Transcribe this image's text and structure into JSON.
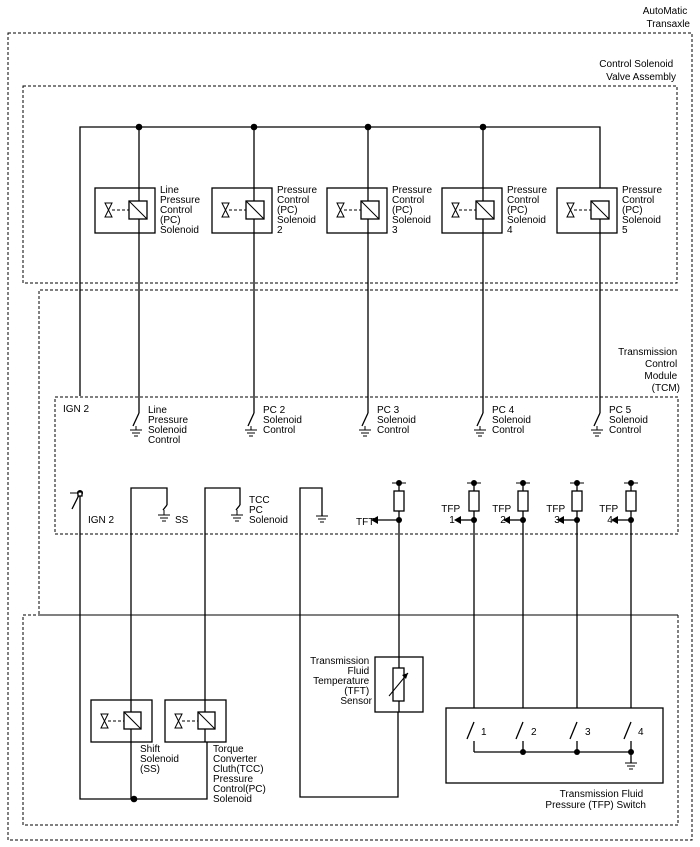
{
  "transaxle": {
    "title": [
      "AutoMatic",
      "Transaxle"
    ]
  },
  "solenoid_assembly": {
    "title": [
      "Control Solenoid",
      "Valve Assembly"
    ]
  },
  "tcm": {
    "title": [
      "Transmission",
      "Control",
      "Module",
      "(TCM)"
    ]
  },
  "top_solenoids": [
    {
      "label": [
        "Line",
        "Pressure",
        "Control",
        "(PC)",
        "Solenoid"
      ]
    },
    {
      "label": [
        "Pressure",
        "Control",
        "(PC)",
        "Solenoid",
        "2"
      ]
    },
    {
      "label": [
        "Pressure",
        "Control",
        "(PC)",
        "Solenoid",
        "3"
      ]
    },
    {
      "label": [
        "Pressure",
        "Control",
        "(PC)",
        "Solenoid",
        "4"
      ]
    },
    {
      "label": [
        "Pressure",
        "Control",
        "(PC)",
        "Solenoid",
        "5"
      ]
    }
  ],
  "tcm_controls": [
    {
      "label": [
        "Line",
        "Pressure",
        "Solenoid",
        "Control"
      ]
    },
    {
      "label": [
        "PC 2",
        "Solenoid",
        "Control"
      ]
    },
    {
      "label": [
        "PC 3",
        "Solenoid",
        "Control"
      ]
    },
    {
      "label": [
        "PC 4",
        "Solenoid",
        "Control"
      ]
    },
    {
      "label": [
        "PC 5",
        "Solenoid",
        "Control"
      ]
    }
  ],
  "ign2_top_label": "IGN 2",
  "ign2_switch_label": "IGN 2",
  "ss_label": "SS",
  "tcc_label": [
    "TCC",
    "PC",
    "Solenoid"
  ],
  "tft_label": "TFT",
  "tfp_inputs": [
    {
      "label": [
        "TFP",
        "1"
      ]
    },
    {
      "label": [
        "TFP",
        "2"
      ]
    },
    {
      "label": [
        "TFP",
        "3"
      ]
    },
    {
      "label": [
        "TFP",
        "4"
      ]
    }
  ],
  "shift_solenoid": {
    "label": [
      "Shift",
      "Solenoid",
      "(SS)"
    ]
  },
  "tcc_solenoid": {
    "label": [
      "Torque",
      "Converter",
      "Cluth(TCC)",
      "Pressure",
      "Control(PC)",
      "Solenoid"
    ]
  },
  "tft_sensor": {
    "label": [
      "Transmission",
      "Fluid",
      "Temperature",
      "(TFT)",
      "Sensor"
    ]
  },
  "tfp_switch": {
    "label": [
      "Transmission Fluid",
      "Pressure (TFP) Switch"
    ],
    "contacts": [
      "1",
      "2",
      "3",
      "4"
    ]
  }
}
